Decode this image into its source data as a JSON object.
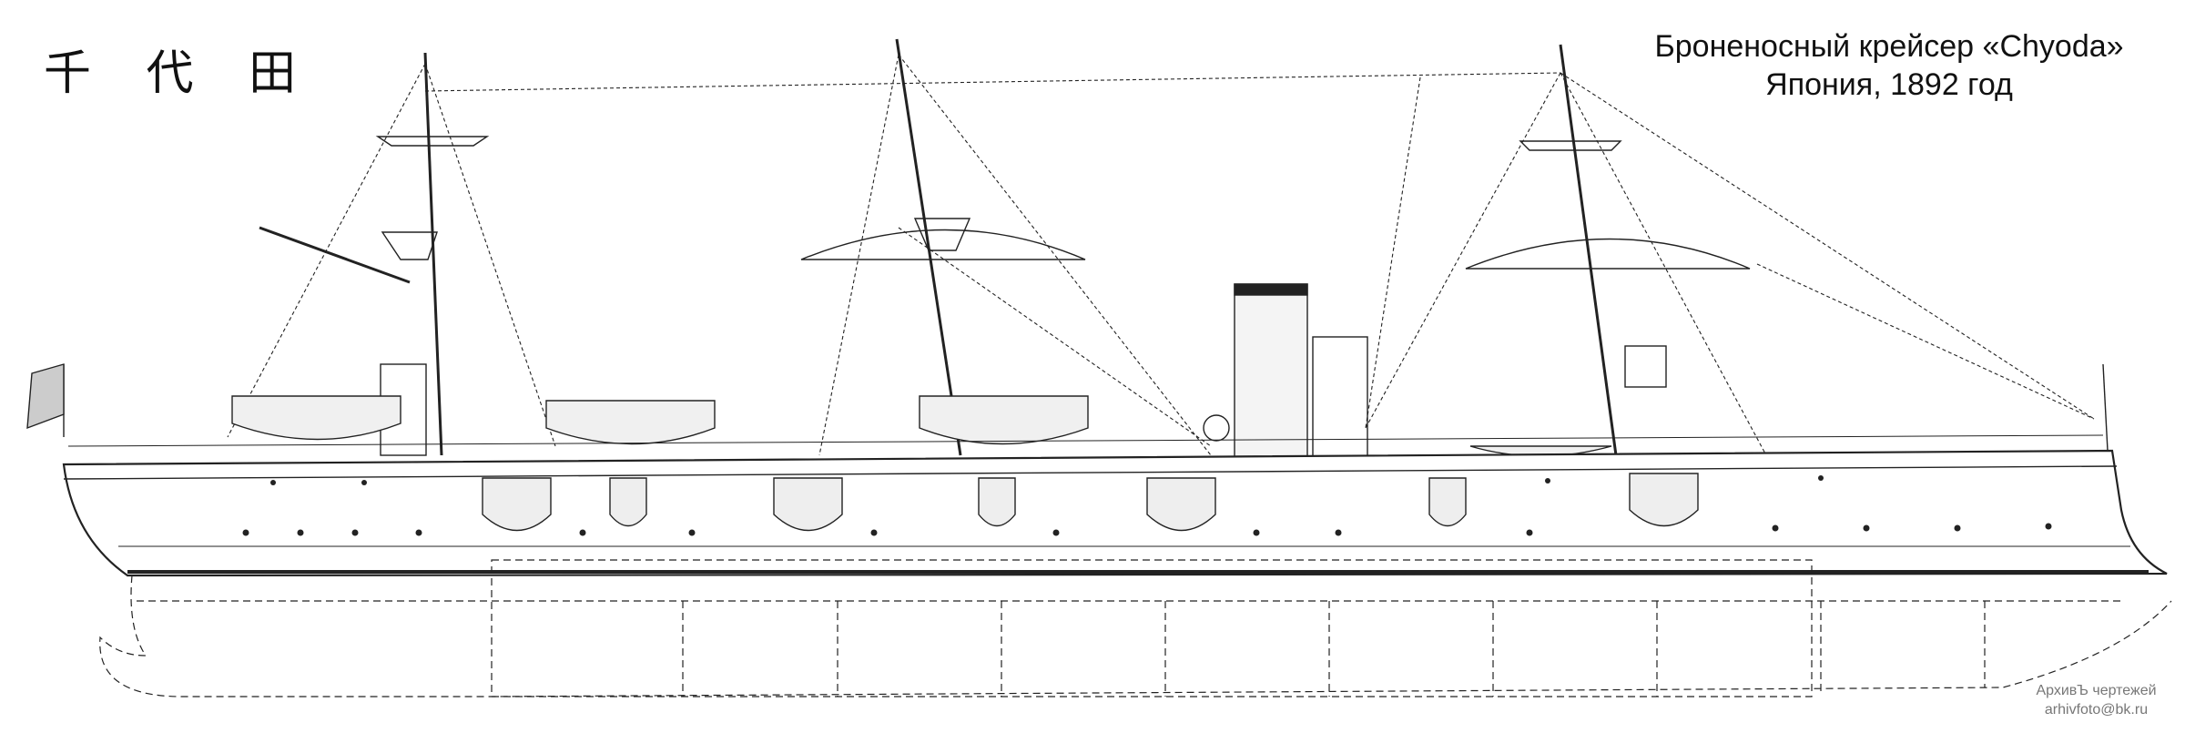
{
  "drawing": {
    "name_kanji": "千 代 田",
    "title_line1": "Броненосный крейсер «Chyoda»",
    "title_line2": "Япония, 1892 год",
    "watermark_line1": "АрхивЪ чертежей",
    "watermark_line2": "arhivfoto@bk.ru"
  }
}
